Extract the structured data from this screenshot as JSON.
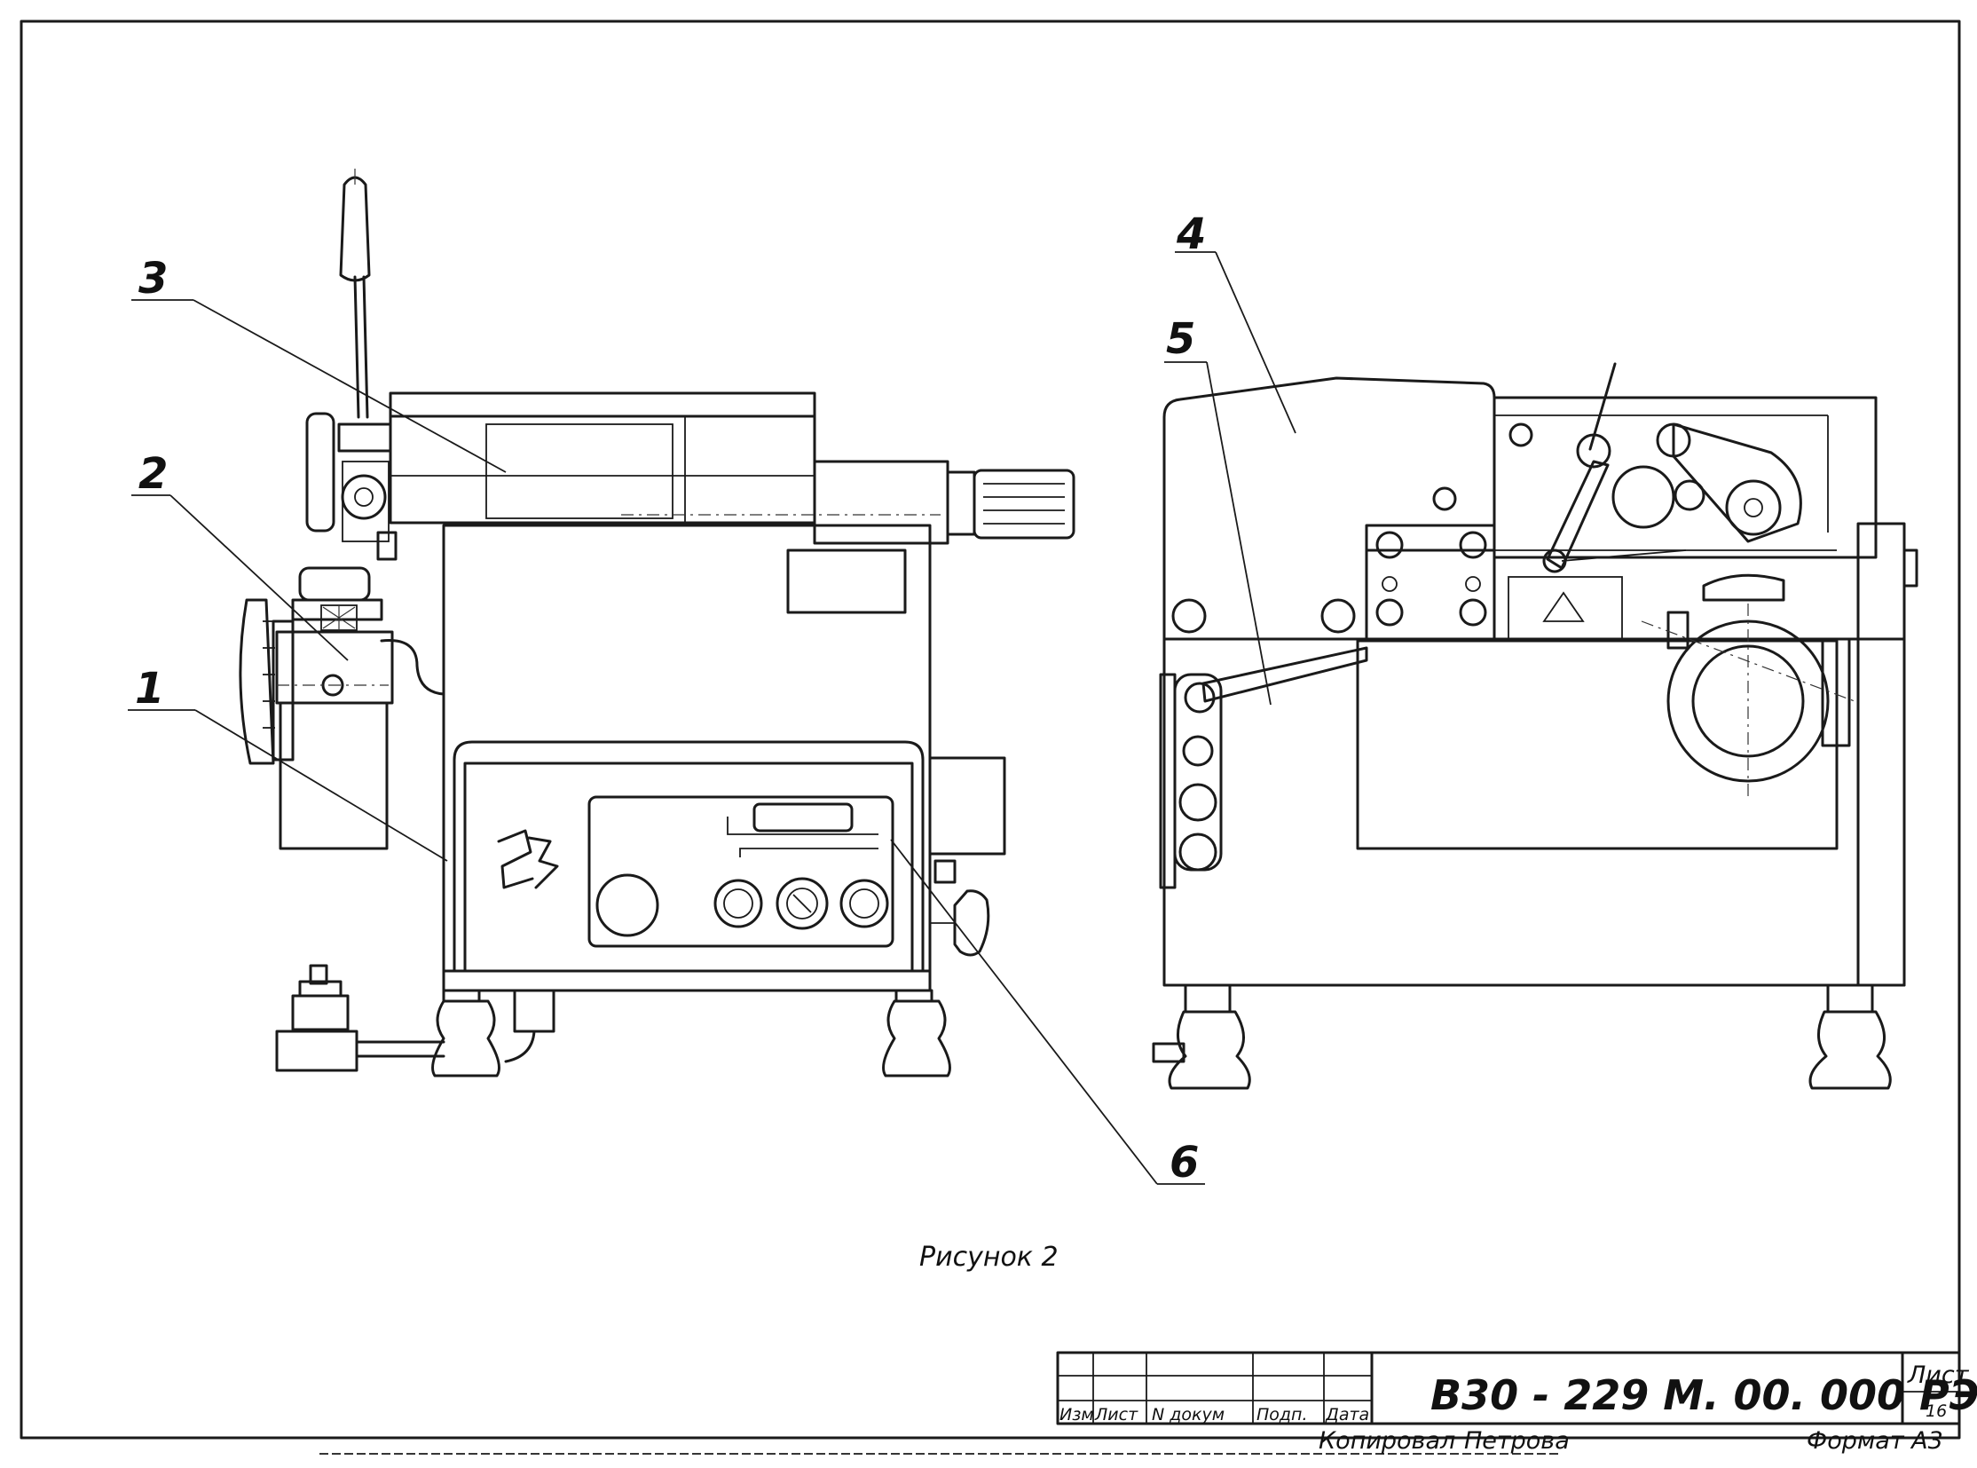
{
  "callouts": {
    "c1": "1",
    "c2": "2",
    "c3": "3",
    "c4": "4",
    "c5": "5",
    "c6": "6"
  },
  "caption": "Рисунок 2",
  "title_block": {
    "columns": [
      "Изм",
      "Лист",
      "N докум",
      "Подп.",
      "Дата"
    ],
    "document_number": "В30 - 229 М. 00. 000 РЭ",
    "sheet_label": "Лист",
    "sheet_number": "16"
  },
  "footer": {
    "copied_by": "Копировал",
    "copier_name": "Петрова",
    "format_label": "Формат А3"
  }
}
